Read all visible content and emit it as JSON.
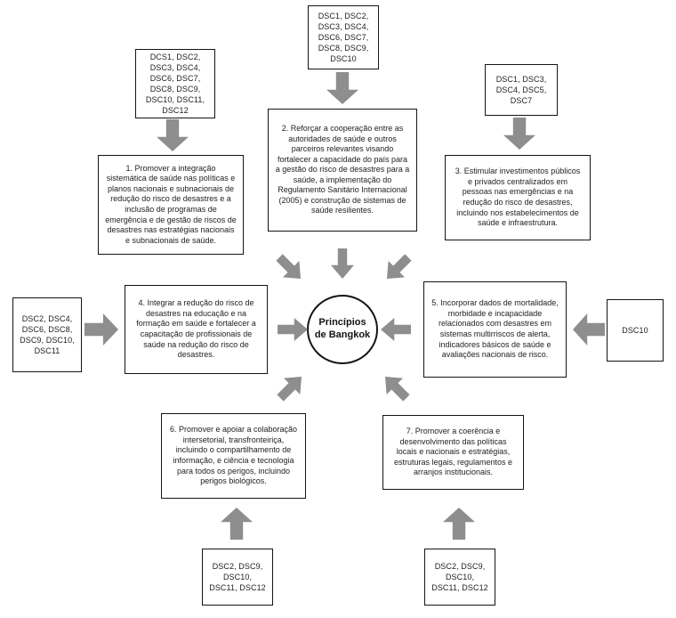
{
  "center": {
    "label": "Princípios de Bangkok"
  },
  "dsc": {
    "top_left": "DCS1, DSC2, DSC3, DSC4, DSC6, DSC7, DSC8, DSC9, DSC10, DSC11, DSC12",
    "top_center": "DSC1, DSC2, DSC3, DSC4, DSC6, DSC7, DSC8, DSC9, DSC10",
    "top_right": "DSC1, DSC3, DSC4, DSC5, DSC7",
    "mid_left": "DSC2, DSC4, DSC6, DSC8, DSC9, DSC10, DSC11",
    "mid_right": "DSC10",
    "bottom_left": "DSC2, DSC9, DSC10, DSC11, DSC12",
    "bottom_right": "DSC2, DSC9, DSC10, DSC11, DSC12"
  },
  "principles": {
    "p1": "1. Promover a integração sistemática de saúde nas políticas e planos nacionais e subnacionais de redução do risco de desastres e a inclusão de programas de emergência e de gestão de riscos de desastres nas estratégias nacionais e subnacionais de saúde.",
    "p2": "2. Reforçar a cooperação entre as autoridades de saúde e outros parceiros relevantes visando fortalecer a capacidade do país para a gestão do risco de desastres para a saúde, a implementação do Regulamento Sanitário Internacional (2005) e construção de sistemas de saúde resilientes.",
    "p3": "3. Estimular investimentos públicos e privados centralizados em pessoas nas emergências e na redução do risco de desastres, incluindo nos estabelecimentos de saúde e infraestrutura.",
    "p4": "4. Integrar a redução do risco de desastres na educação e na formação em saúde e fortalecer a capacitação de profissionais de saúde na redução do risco de desastres.",
    "p5": "5. Incorporar dados de mortalidade, morbidade e incapacidade relacionados com desastres em sistemas multirriscos de alerta, indicadores básicos de saúde e avaliações nacionais de risco.",
    "p6": "6. Promover e apoiar a colaboração intersetorial, transfronteiriça, incluindo o compartilhamento de informação, e ciência e tecnologia para todos os perigos, incluindo perigos biológicos.",
    "p7": "7. Promover a coerência e desenvolvimento das políticas locais e nacionais e estratégias, estruturas legais, regulamentos e arranjos institucionais."
  },
  "colors": {
    "arrow": "#8e8e8e",
    "border": "#141414",
    "background": "#ffffff"
  }
}
